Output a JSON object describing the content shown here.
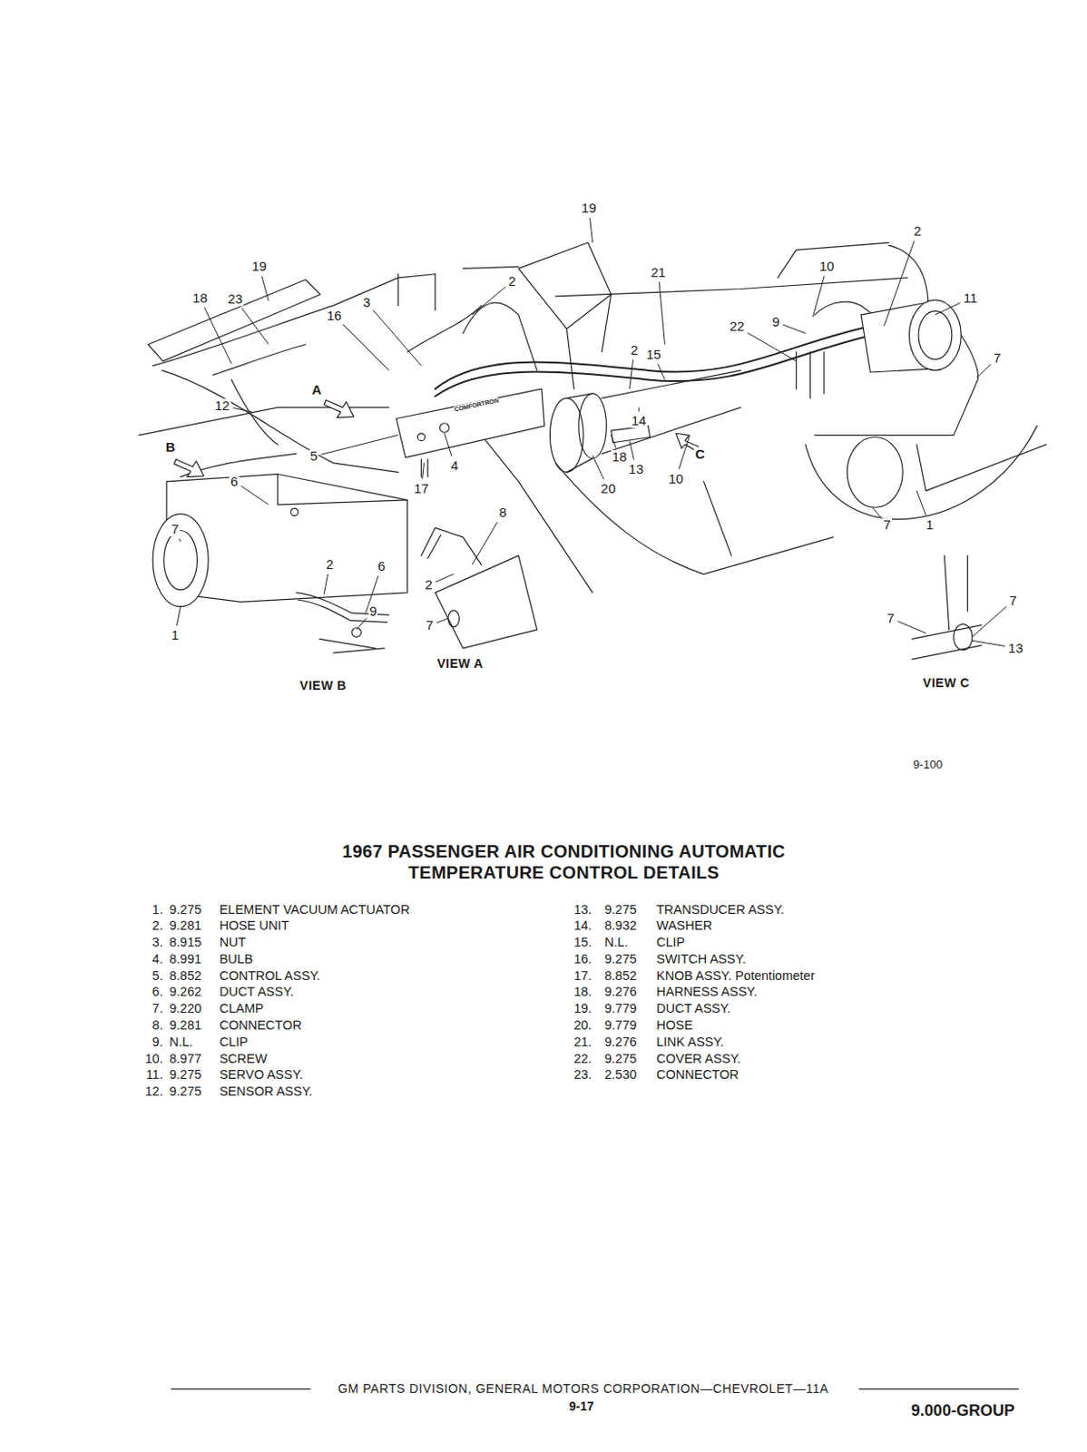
{
  "diagram": {
    "title": "1967 PASSENGER AIR CONDITIONING AUTOMATIC TEMPERATURE CONTROL DETAILS",
    "labels": [
      "19",
      "19",
      "18",
      "23",
      "2",
      "3",
      "16",
      "21",
      "10",
      "2",
      "11",
      "22",
      "9",
      "2",
      "15",
      "A",
      "12",
      "7",
      "COMFORTRON",
      "B",
      "5",
      "4",
      "6",
      "14",
      "18",
      "13",
      "10",
      "C",
      "20",
      "17",
      "8",
      "7",
      "7",
      "1",
      "2",
      "6",
      "2",
      "9",
      "7",
      "7",
      "7",
      "1",
      "13",
      "VIEW A",
      "VIEW B",
      "VIEW C",
      "9-100",
      "1.",
      "9.275",
      "ELEMENT VACUUM ACTUATOR",
      "2.",
      "9.281",
      "HOSE UNIT",
      "3.",
      "8.915",
      "NUT",
      "4.",
      "8.991",
      "BULB",
      "5.",
      "8.852",
      "CONTROL ASSY.",
      "6.",
      "9.262",
      "DUCT ASSY.",
      "7.",
      "9.220",
      "CLAMP",
      "8.",
      "9.281",
      "CONNECTOR",
      "9.",
      "N.L.",
      "CLIP",
      "10.",
      "8.977",
      "SCREW",
      "11.",
      "9.275",
      "SERVO ASSY.",
      "12.",
      "9.275",
      "SENSOR ASSY.",
      "13.",
      "9.275",
      "TRANSDUCER ASSY.",
      "14.",
      "8.932",
      "WASHER",
      "15.",
      "N.L.",
      "CLIP",
      "16.",
      "9.275",
      "SWITCH ASSY.",
      "17.",
      "8.852",
      "KNOB ASSY. Potentiometer",
      "18.",
      "9.276",
      "HARNESS ASSY.",
      "19.",
      "9.779",
      "DUCT ASSY.",
      "20.",
      "9.779",
      "HOSE",
      "21.",
      "9.276",
      "LINK ASSY.",
      "22.",
      "9.275",
      "COVER ASSY.",
      "23.",
      "2.530",
      "CONNECTOR",
      "GM PARTS DIVISION, GENERAL MOTORS CORPORATION—CHEVROLET—11A",
      "9-17",
      "9.000-GROUP"
    ]
  }
}
